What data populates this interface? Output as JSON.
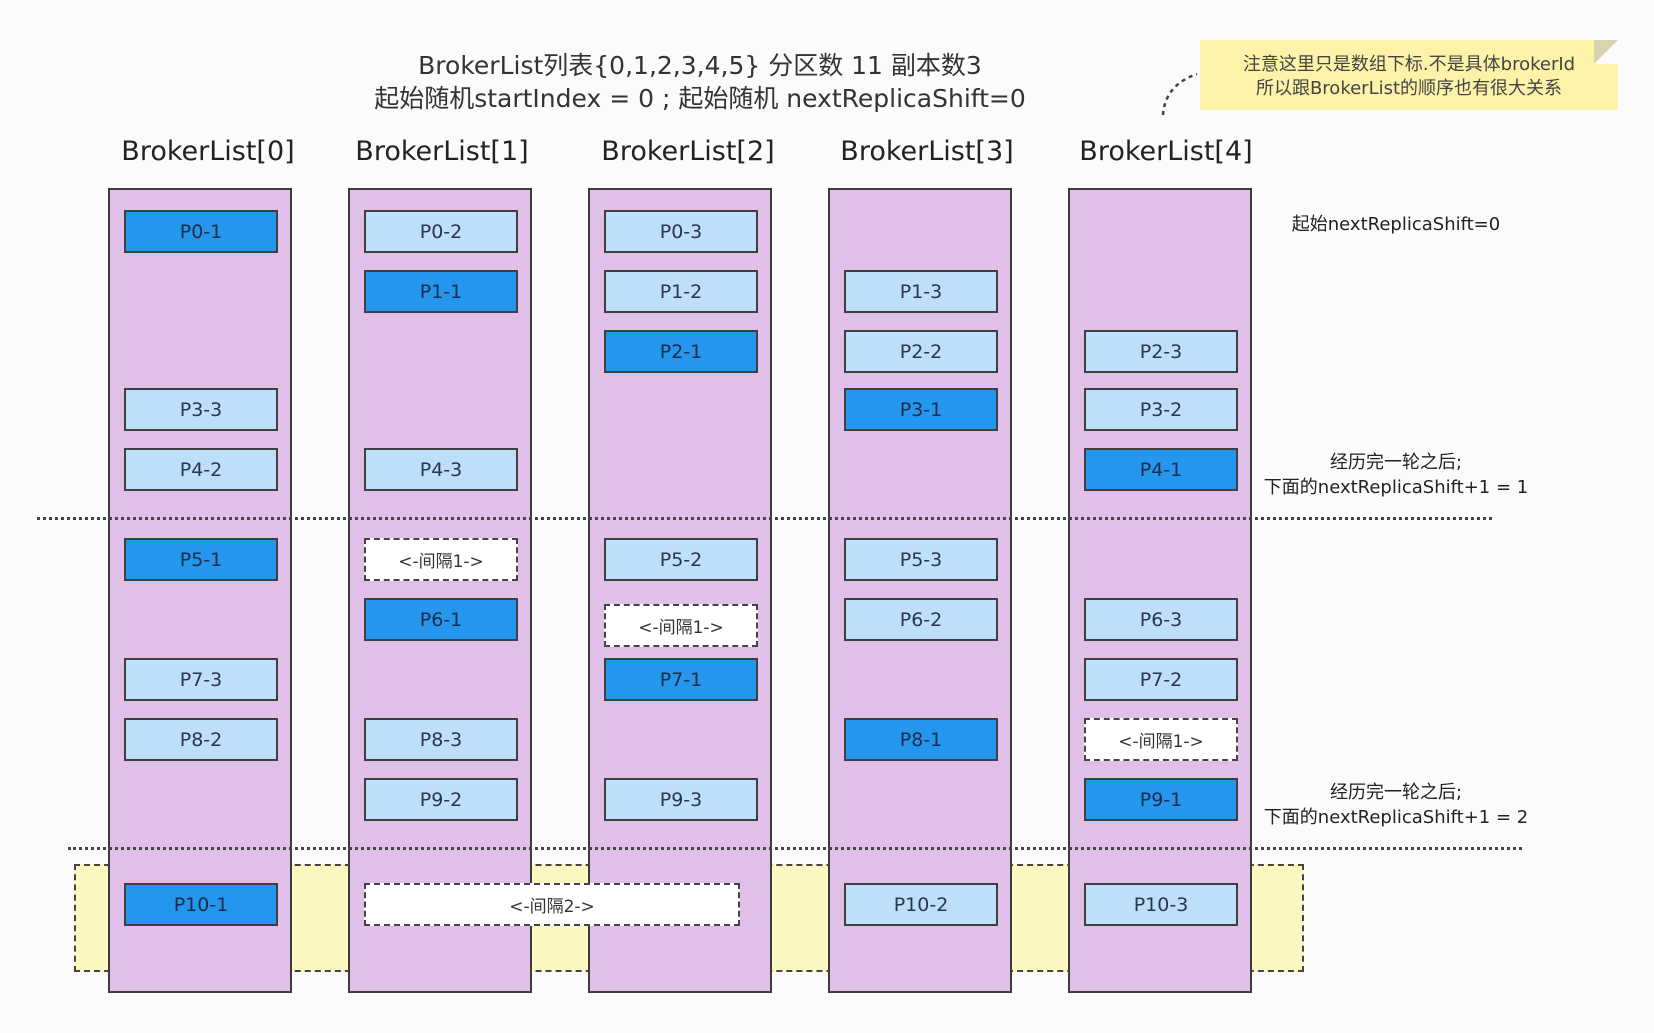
{
  "title_line1": "BrokerList列表{0,1,2,3,4,5} 分区数 11 副本数3",
  "title_line2": "起始随机startIndex = 0 ; 起始随机 nextReplicaShift=0",
  "note_line1": "注意这里只是数组下标.不是具体brokerId",
  "note_line2": "所以跟BrokerList的顺序也有很大关系",
  "columns": [
    {
      "header": "BrokerList[0]",
      "boxes": [
        {
          "label": "P0-1",
          "type": "leader"
        },
        {
          "label": "P3-3",
          "type": "follower"
        },
        {
          "label": "P4-2",
          "type": "follower"
        },
        {
          "label": "P5-1",
          "type": "leader"
        },
        {
          "label": "P7-3",
          "type": "follower"
        },
        {
          "label": "P8-2",
          "type": "follower"
        },
        {
          "label": "P10-1",
          "type": "leader"
        }
      ]
    },
    {
      "header": "BrokerList[1]",
      "boxes": [
        {
          "label": "P0-2",
          "type": "follower"
        },
        {
          "label": "P1-1",
          "type": "leader"
        },
        {
          "label": "P4-3",
          "type": "follower"
        },
        {
          "label": "<-间隔1->",
          "type": "gap"
        },
        {
          "label": "P6-1",
          "type": "leader"
        },
        {
          "label": "P8-3",
          "type": "follower"
        },
        {
          "label": "P9-2",
          "type": "follower"
        }
      ]
    },
    {
      "header": "BrokerList[2]",
      "boxes": [
        {
          "label": "P0-3",
          "type": "follower"
        },
        {
          "label": "P1-2",
          "type": "follower"
        },
        {
          "label": "P2-1",
          "type": "leader"
        },
        {
          "label": "P5-2",
          "type": "follower"
        },
        {
          "label": "<-间隔1->",
          "type": "gap"
        },
        {
          "label": "P7-1",
          "type": "leader"
        },
        {
          "label": "P9-3",
          "type": "follower"
        }
      ]
    },
    {
      "header": "BrokerList[3]",
      "boxes": [
        {
          "label": "P1-3",
          "type": "follower"
        },
        {
          "label": "P2-2",
          "type": "follower"
        },
        {
          "label": "P3-1",
          "type": "leader"
        },
        {
          "label": "P5-3",
          "type": "follower"
        },
        {
          "label": "P6-2",
          "type": "follower"
        },
        {
          "label": "P8-1",
          "type": "leader"
        },
        {
          "label": "P10-2",
          "type": "follower"
        }
      ]
    },
    {
      "header": "BrokerList[4]",
      "boxes": [
        {
          "label": "P2-3",
          "type": "follower"
        },
        {
          "label": "P3-2",
          "type": "follower"
        },
        {
          "label": "P4-1",
          "type": "leader"
        },
        {
          "label": "P6-3",
          "type": "follower"
        },
        {
          "label": "P7-2",
          "type": "follower"
        },
        {
          "label": "<-间隔1->",
          "type": "gap"
        },
        {
          "label": "P9-1",
          "type": "leader"
        },
        {
          "label": "P10-3",
          "type": "follower"
        }
      ]
    }
  ],
  "gap2_label": "<-间隔2->",
  "side_labels": {
    "start": "起始nextReplicaShift=0",
    "round1_line1": "经历完一轮之后;",
    "round1_line2": "下面的nextReplicaShift+1 = 1",
    "round2_line1": "经历完一轮之后;",
    "round2_line2": "下面的nextReplicaShift+1 = 2"
  },
  "colors": {
    "column": "#e0bfe8",
    "leader": "#2596ee",
    "follower": "#bddff9",
    "gap": "#ffffff",
    "band": "#fcf7c0",
    "note": "#fcf3a8"
  }
}
